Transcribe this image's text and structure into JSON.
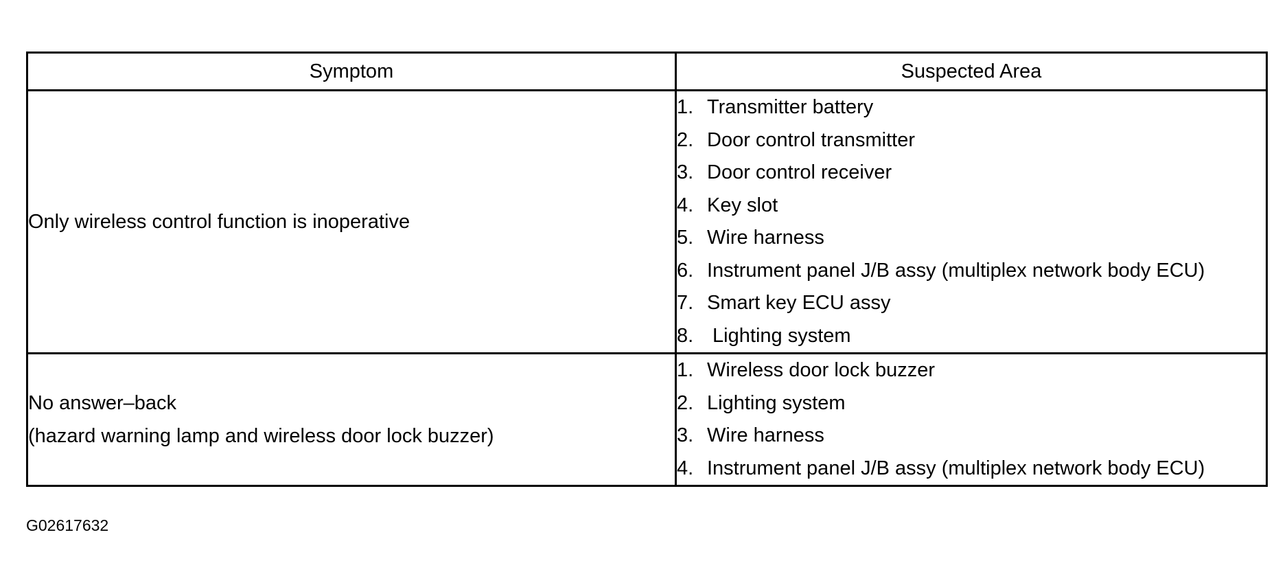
{
  "table": {
    "headers": {
      "symptom": "Symptom",
      "suspected_area": "Suspected Area"
    },
    "rows": [
      {
        "symptom_lines": [
          "Only wireless control function is inoperative"
        ],
        "areas": [
          {
            "num": "1.",
            "text": "Transmitter battery"
          },
          {
            "num": "2.",
            "text": "Door control transmitter"
          },
          {
            "num": "3.",
            "text": "Door control receiver"
          },
          {
            "num": "4.",
            "text": "Key slot"
          },
          {
            "num": "5.",
            "text": "Wire harness"
          },
          {
            "num": "6.",
            "text": "Instrument panel J/B assy (multiplex network body ECU)"
          },
          {
            "num": "7.",
            "text": "Smart key ECU assy"
          },
          {
            "num": "8.",
            "text": " Lighting system"
          }
        ]
      },
      {
        "symptom_lines": [
          "No answer–back",
          "(hazard warning lamp and wireless door lock buzzer)"
        ],
        "areas": [
          {
            "num": "1.",
            "text": "Wireless door lock buzzer"
          },
          {
            "num": "2.",
            "text": "Lighting system"
          },
          {
            "num": "3.",
            "text": "Wire harness"
          },
          {
            "num": "4.",
            "text": "Instrument panel J/B assy (multiplex network body ECU)"
          }
        ]
      }
    ]
  },
  "figure_id": "G02617632"
}
